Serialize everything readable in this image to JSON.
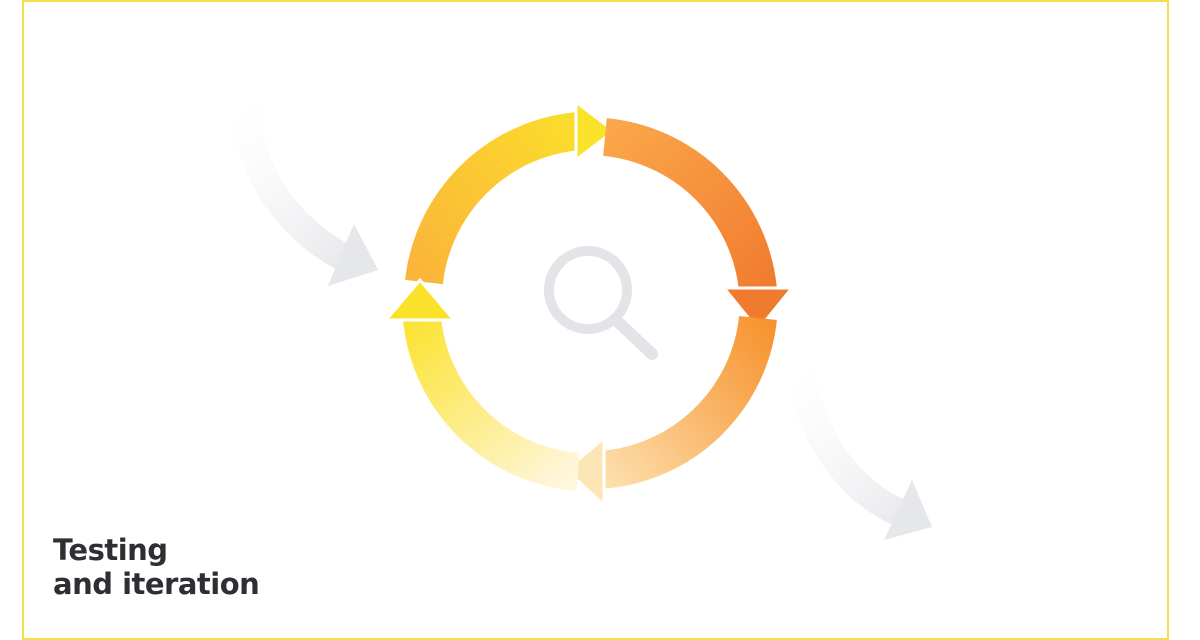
{
  "caption": {
    "line1": "Testing",
    "line2": "and iteration"
  },
  "icons": {
    "center": "magnifying-glass-icon",
    "cycle": "circular-arrows",
    "incoming": "curved-arrow-in",
    "outgoing": "curved-arrow-out"
  },
  "colors": {
    "frame": "#f6df4a",
    "yellow": "#fbe22a",
    "orange": "#f07a2e",
    "amber": "#fbb43a",
    "light_arrow": "#e6e7ea",
    "magnifier": "#e3e4e7",
    "text": "#2f2f33"
  }
}
